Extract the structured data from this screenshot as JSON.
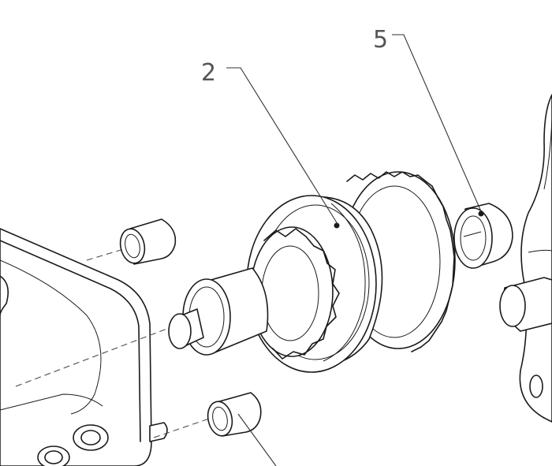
{
  "callouts": [
    {
      "id": "callout-2",
      "label": "2"
    },
    {
      "id": "callout-5",
      "label": "5"
    }
  ],
  "colors": {
    "line": "#1a1a1a",
    "callout_text": "#555555",
    "background": "#ffffff"
  }
}
